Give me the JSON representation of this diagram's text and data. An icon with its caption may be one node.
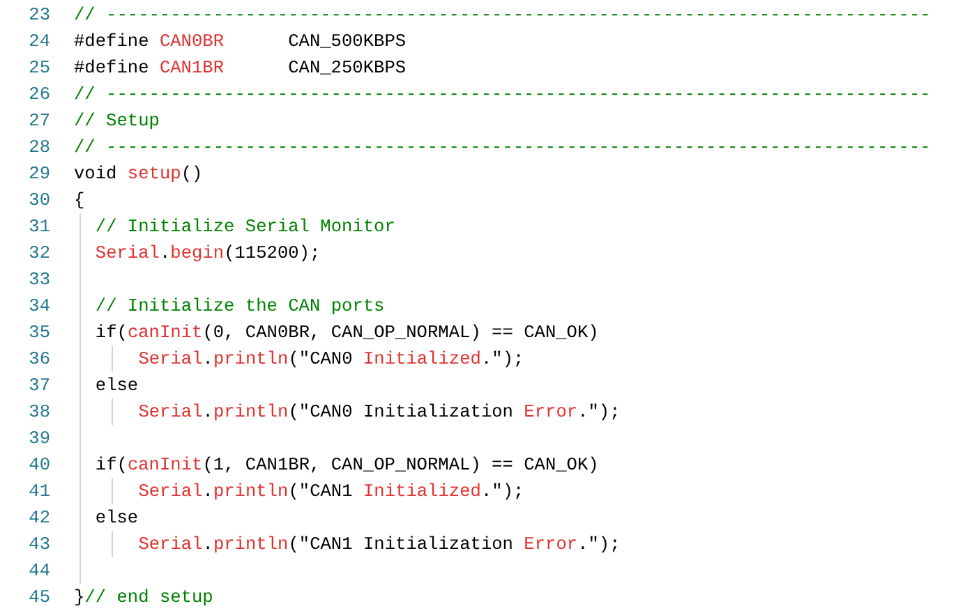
{
  "diagram": {
    "labels": [
      "23",
      "// -----------------------------------------------------------------------------",
      "24",
      "#define CAN0BR      CAN_500KBPS",
      "25",
      "#define CAN1BR      CAN_250KBPS",
      "26",
      "// -----------------------------------------------------------------------------",
      "27",
      "// Setup",
      "28",
      "// -----------------------------------------------------------------------------",
      "29",
      "void setup()",
      "30",
      "{",
      "31",
      "// Initialize Serial Monitor",
      "32",
      "Serial.begin(115200);",
      "33",
      "34",
      "// Initialize the CAN ports",
      "35",
      "if(canInit(0, CAN0BR, CAN_OP_NORMAL) == CAN_OK)",
      "36",
      "Serial.println(\"CAN0 Initialized.\");",
      "37",
      "else",
      "38",
      "Serial.println(\"CAN0 Initialization Error.\");",
      "39",
      "40",
      "if(canInit(1, CAN1BR, CAN_OP_NORMAL) == CAN_OK)",
      "41",
      "Serial.println(\"CAN1 Initialized.\");",
      "42",
      "else",
      "43",
      "Serial.println(\"CAN1 Initialization Error.\");",
      "44",
      "45",
      "}// end setup"
    ]
  }
}
